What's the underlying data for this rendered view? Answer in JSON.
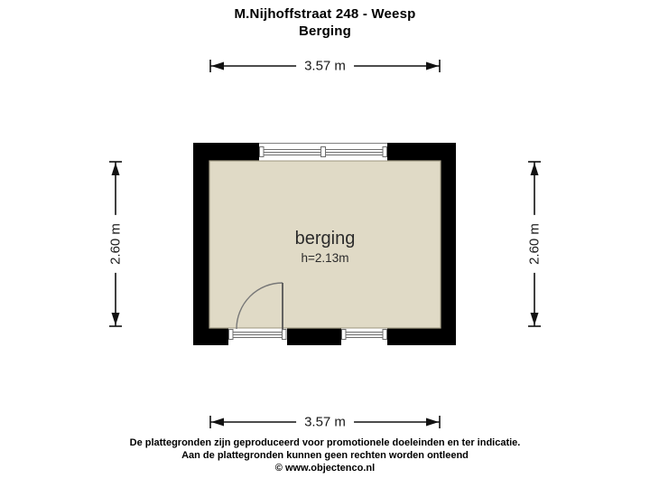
{
  "header": {
    "title_line1": "M.Nijhoffstraat 248 - Weesp",
    "title_line2": "Berging"
  },
  "floor_plan": {
    "room": {
      "name": "berging",
      "ceiling_height": "h=2.13m"
    },
    "colors": {
      "wall": "#000000",
      "floor": "#e0dac6",
      "floor_edge": "#a59e87",
      "window_frame": "#6e6e6e",
      "background": "#ffffff"
    }
  },
  "dimensions": {
    "top": "3.57 m",
    "bottom": "3.57 m",
    "left": "2.60 m",
    "right": "2.60 m"
  },
  "footer": {
    "disclaimer_line1": "De plattegronden zijn geproduceerd voor promotionele doeleinden en ter indicatie.",
    "disclaimer_line2": "Aan de plattegronden kunnen geen rechten worden ontleend",
    "copyright": "© www.objectenco.nl"
  }
}
